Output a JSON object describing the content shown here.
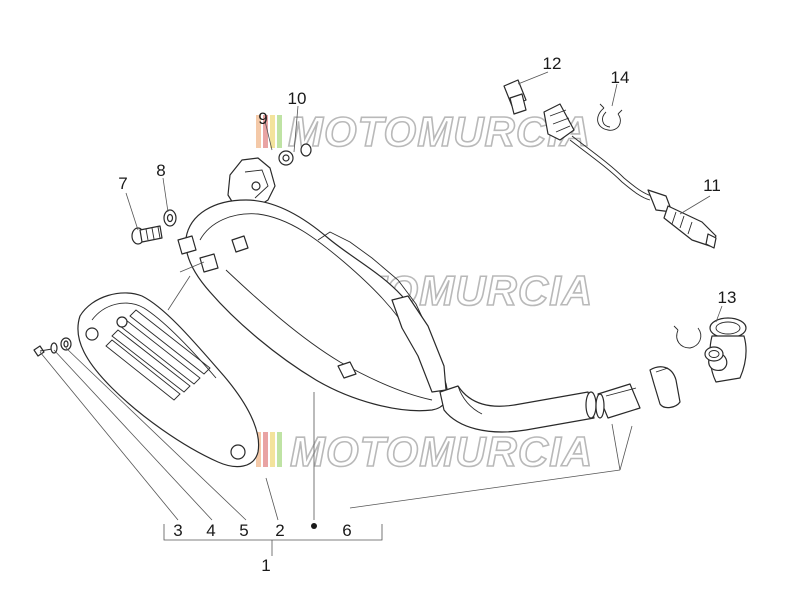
{
  "diagram": {
    "callouts": [
      "1",
      "2",
      "3",
      "4",
      "5",
      "6",
      "7",
      "8",
      "9",
      "10",
      "11",
      "12",
      "13",
      "14"
    ]
  },
  "watermark": {
    "text": "MOTOMURCIA",
    "stripe_colors": [
      "#f4c9a8",
      "#e9a3a3",
      "#f3e39c",
      "#bfe3a4"
    ]
  }
}
